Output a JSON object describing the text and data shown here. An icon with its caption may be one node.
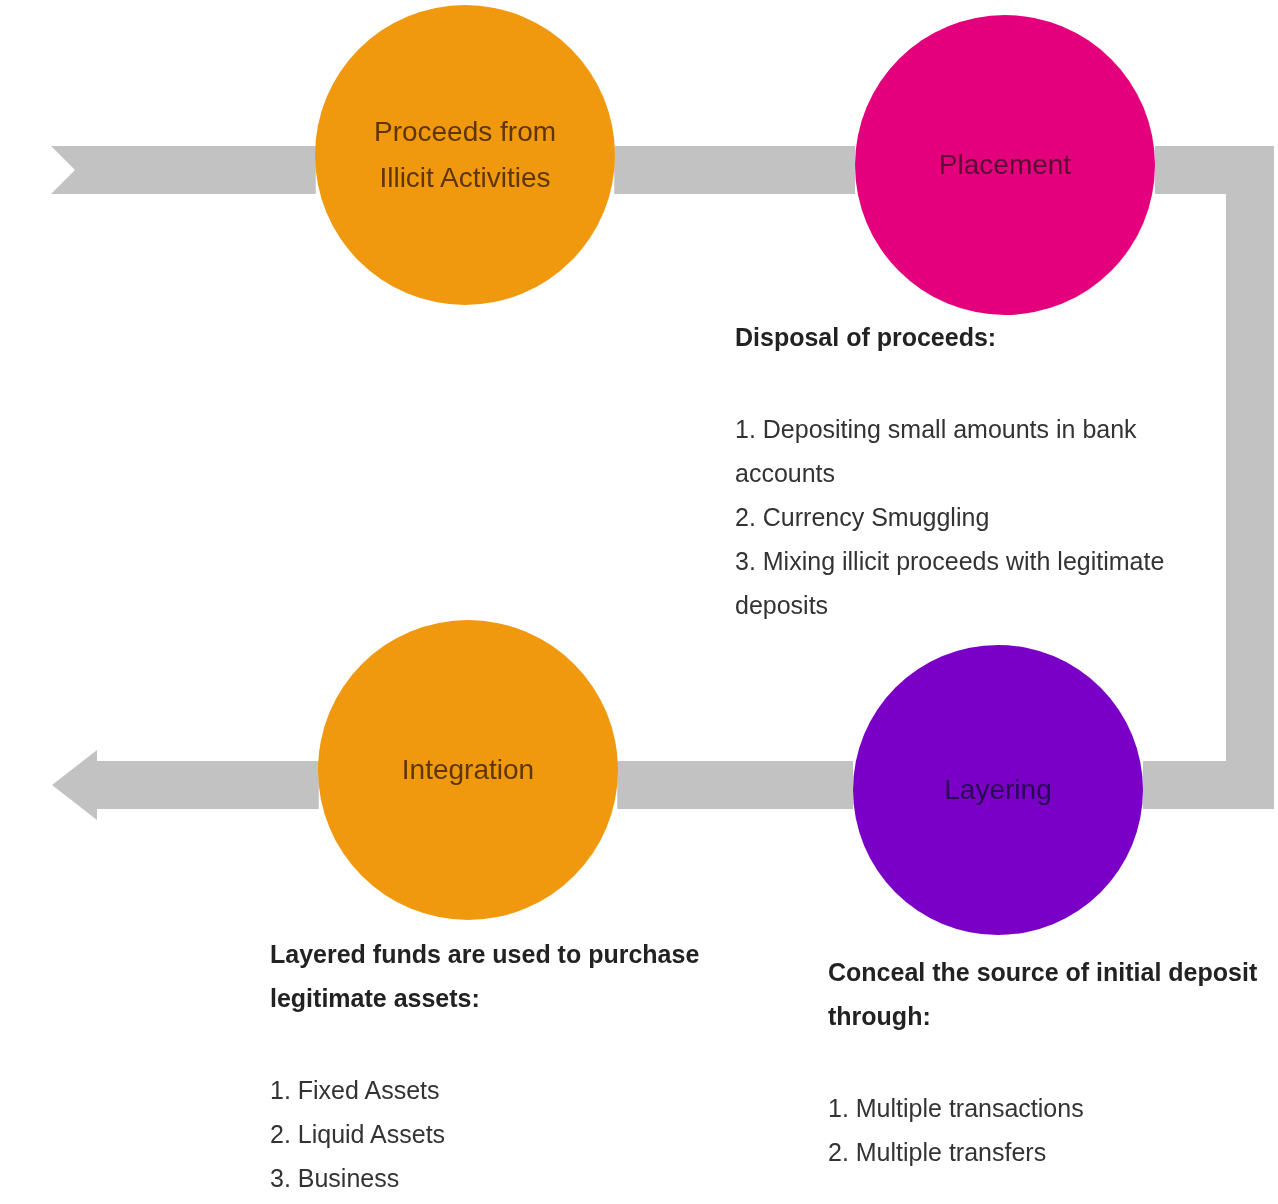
{
  "diagram": {
    "nodes": [
      {
        "text": [
          "Proceeds from Illicit Activities"
        ]
      },
      {
        "text": [
          "Placement"
        ],
        "beside": [
          "Disposal of proceeds:",
          "1. Depositing small amounts in bank accounts",
          "2. Currency Smuggling",
          "3. Mixing illicit proceeds with legitimate deposits"
        ]
      },
      {
        "text": [
          "Integration"
        ],
        "beside": [
          "Layered funds are used to purchase legitimate assets:",
          "1. Fixed Assets",
          "2. Liquid Assets",
          "3. Business"
        ]
      },
      {
        "text": [
          "Layering"
        ],
        "beside": [
          "Conceal the source of initial deposit through:",
          "1. Multiple transactions",
          "2. Multiple transfers"
        ]
      }
    ],
    "edges": [
      {
        "from": null,
        "to": 0,
        "arrow": "other"
      },
      {
        "from": 0,
        "to": 1,
        "arrow": "none"
      },
      {
        "from": 1,
        "to": 3,
        "arrow": "none"
      },
      {
        "from": 3,
        "to": 2,
        "arrow": "none"
      },
      {
        "from": 2,
        "to": null,
        "arrow": "to"
      }
    ]
  }
}
